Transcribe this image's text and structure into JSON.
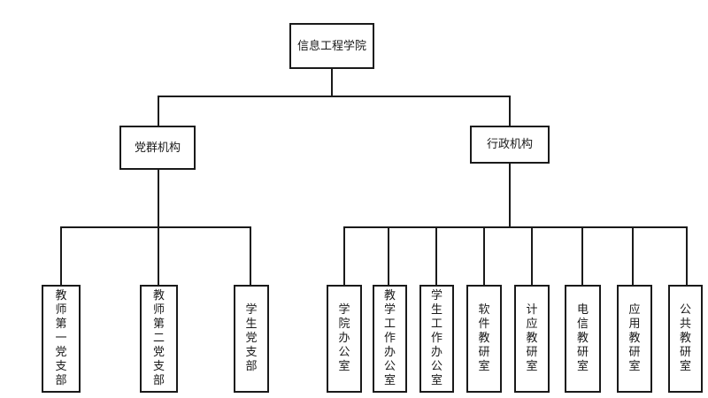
{
  "org_chart": {
    "root": "信息工程学院",
    "branches": [
      {
        "name": "党群机构",
        "children": [
          "教师第一党支部",
          "教师第二党支部",
          "学生党支部"
        ]
      },
      {
        "name": "行政机构",
        "children": [
          "学院办公室",
          "教学工作办公室",
          "学生工作办公室",
          "软件教研室",
          "计应教研室",
          "电信教研室",
          "应用教研室",
          "公共教研室"
        ]
      }
    ]
  },
  "colors": {
    "line": "#1a1a1a",
    "box_border": "#1a1a1a",
    "background": "#ffffff"
  }
}
